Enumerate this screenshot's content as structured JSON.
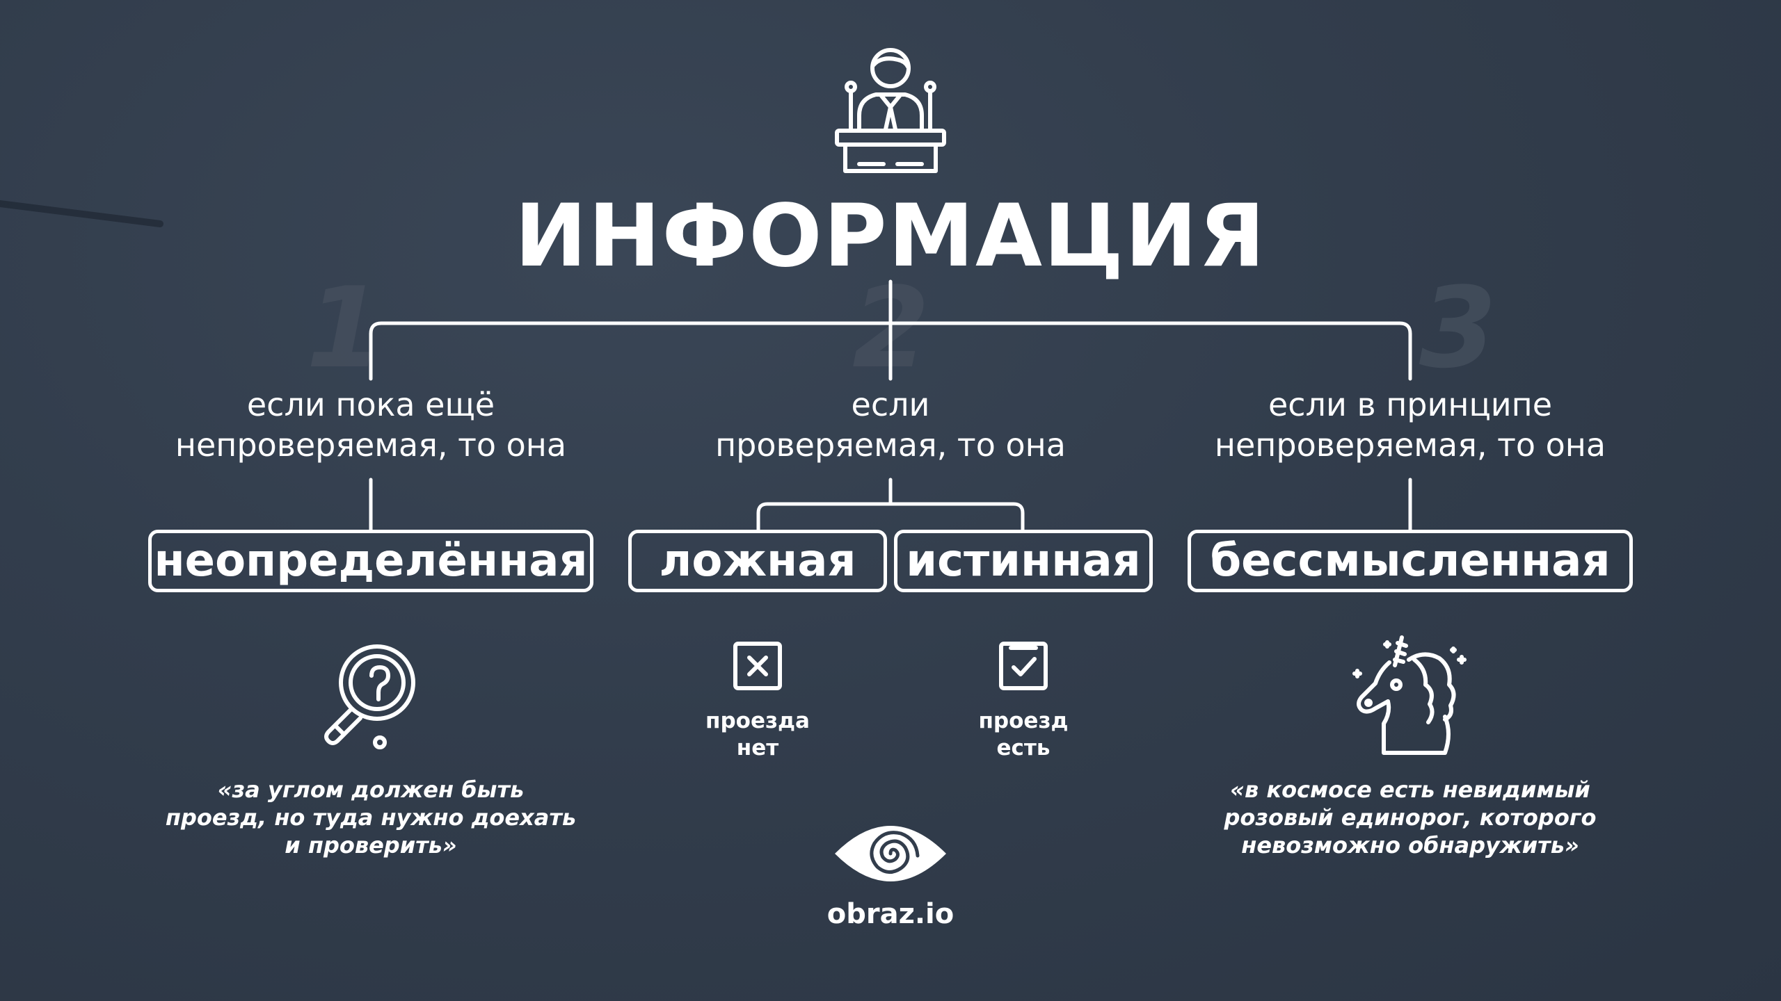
{
  "title": "ИНФОРМАЦИЯ",
  "numbers": [
    "1",
    "2",
    "3"
  ],
  "branches": [
    {
      "condition_line1": "если пока ещё",
      "condition_line2": "непроверяемая, то она",
      "result": "неопределённая",
      "quote_line1": "«за углом должен быть",
      "quote_line2": "проезд, но туда нужно доехать",
      "quote_line3": "и проверить»",
      "icon": "magnifier-question-icon"
    },
    {
      "condition_line1": "если",
      "condition_line2": "проверяемая, то она",
      "results": [
        {
          "label": "ложная",
          "note_line1": "проезда",
          "note_line2": "нет",
          "icon": "cross-box-icon"
        },
        {
          "label": "истинная",
          "note_line1": "проезд",
          "note_line2": "есть",
          "icon": "check-box-icon"
        }
      ]
    },
    {
      "condition_line1": "если в принципе",
      "condition_line2": "непроверяемая, то она",
      "result": "бессмысленная",
      "quote_line1": "«в космосе есть невидимый",
      "quote_line2": "розовый единорог, которого",
      "quote_line3": "невозможно обнаружить»",
      "icon": "unicorn-icon"
    }
  ],
  "top_icon": "speaker-podium-icon",
  "brand": {
    "name": "obraz.io",
    "icon": "spiral-eye-icon"
  },
  "colors": {
    "background": "#323d4c",
    "foreground": "#ffffff",
    "numbers": "#46505e"
  }
}
